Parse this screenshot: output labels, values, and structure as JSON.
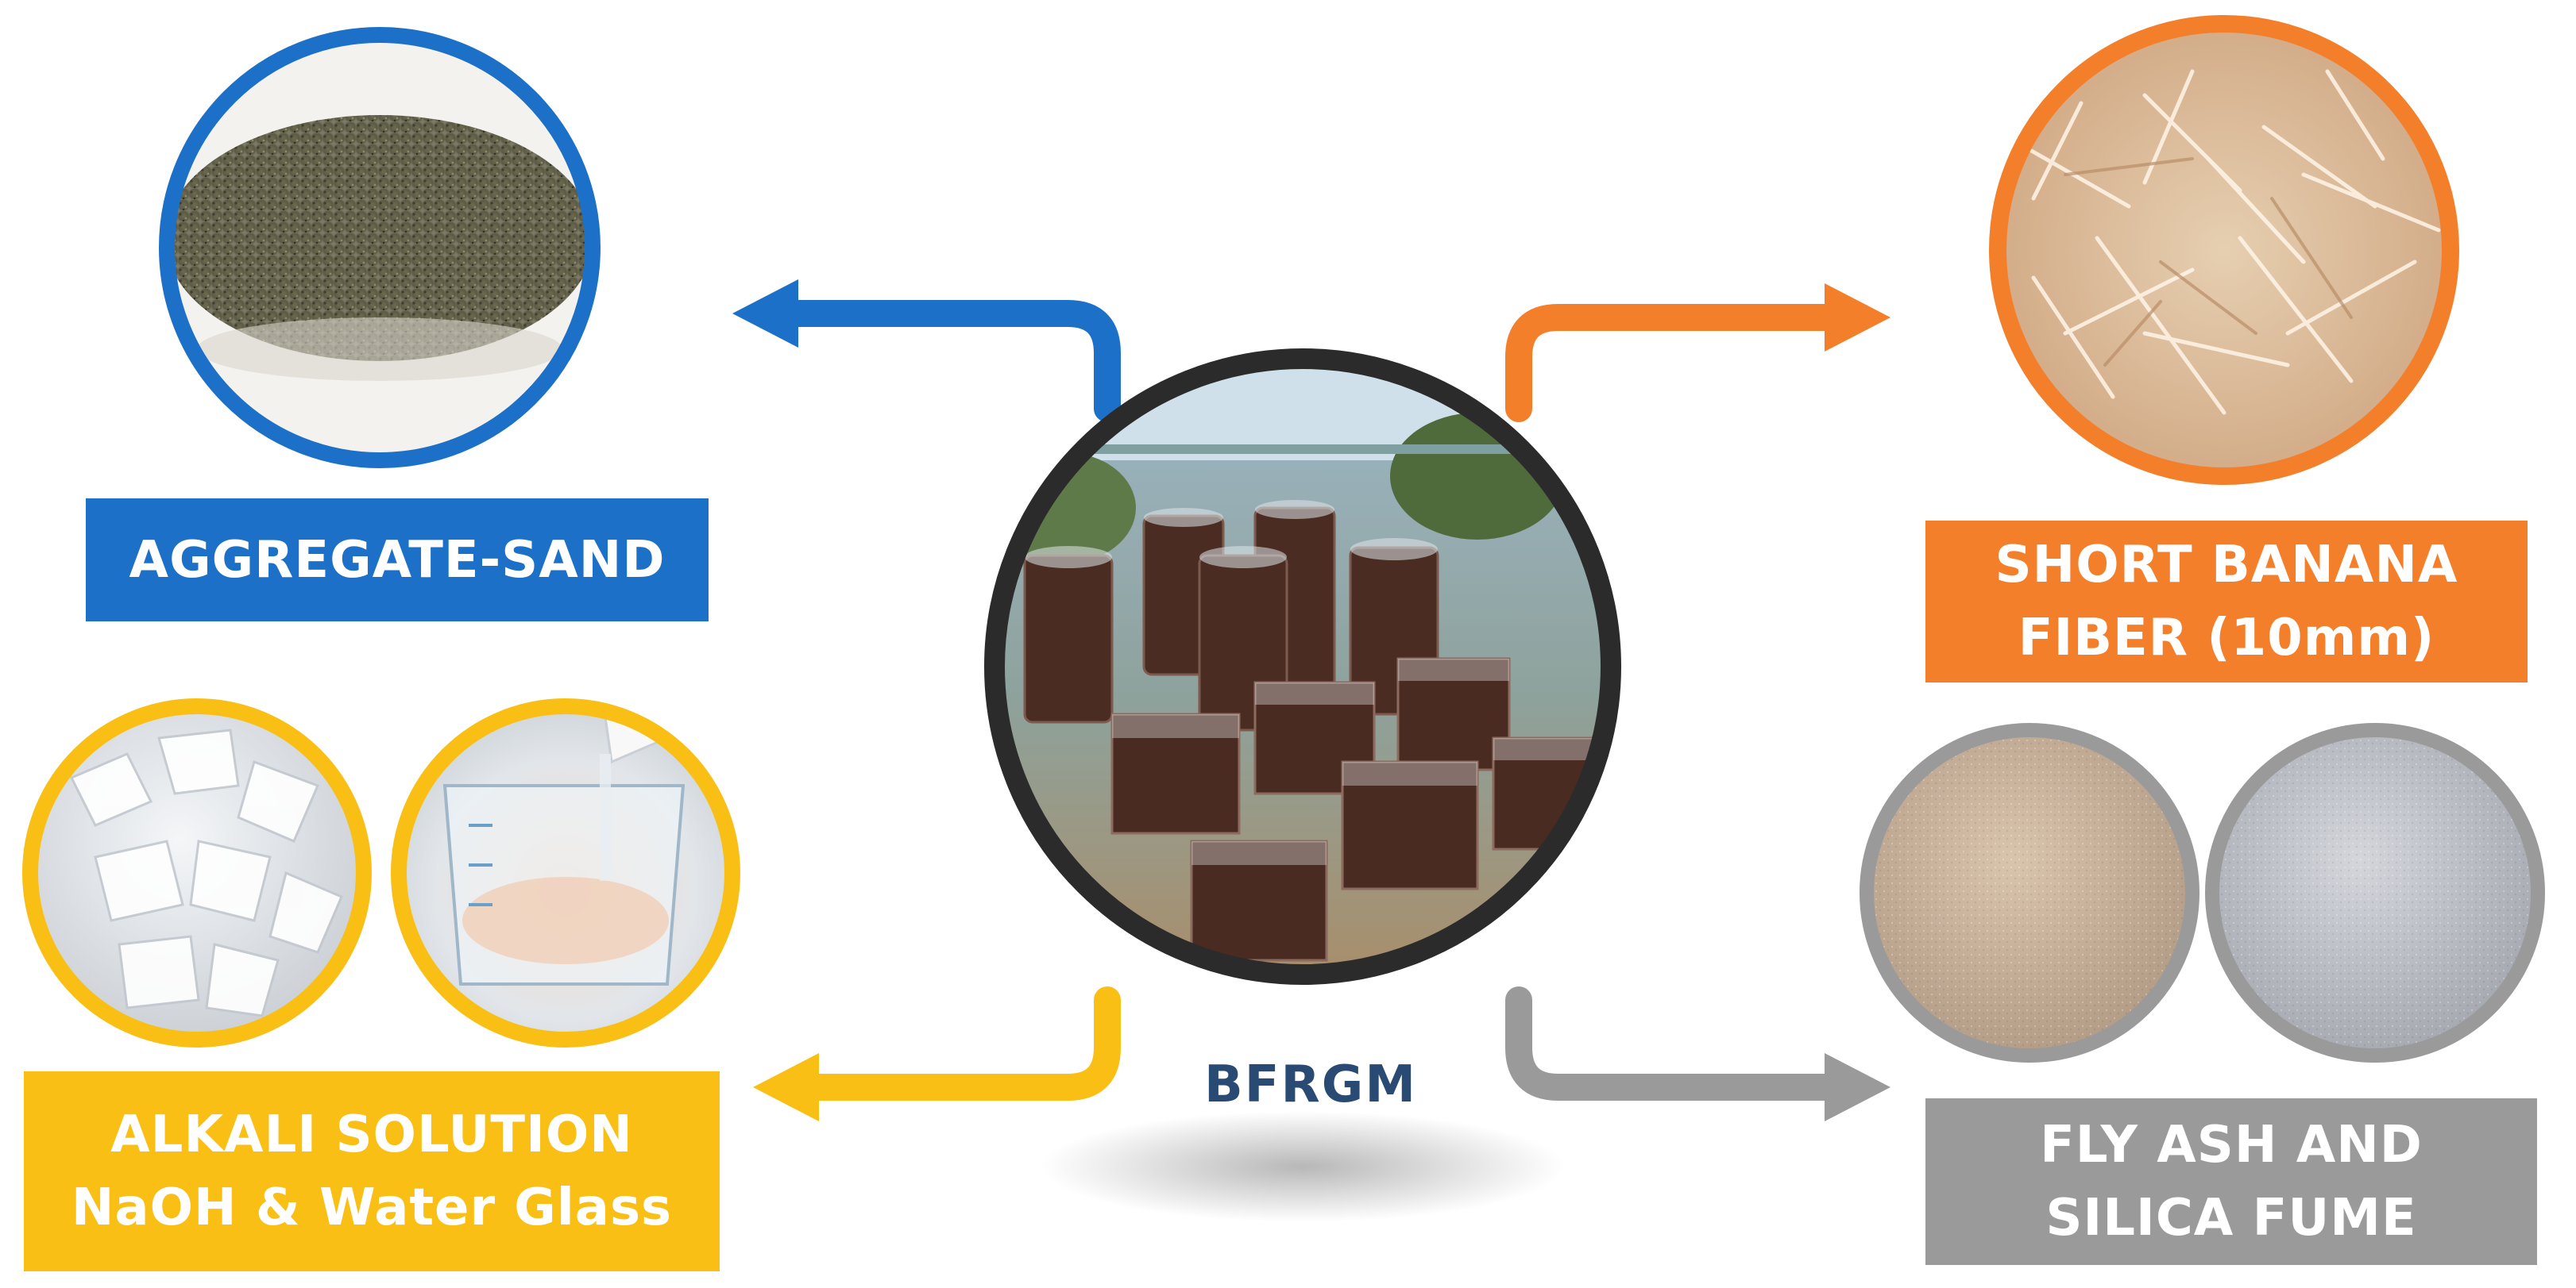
{
  "center": {
    "label": "BFRGM"
  },
  "inputs": [
    {
      "id": "sand",
      "label_lines": [
        "AGGREGATE-SAND"
      ],
      "color": "#1c70c8"
    },
    {
      "id": "fiber",
      "label_lines": [
        "SHORT BANANA",
        "FIBER (10mm)"
      ],
      "color": "#f47f2b"
    },
    {
      "id": "alkali",
      "label_lines": [
        "ALKALI SOLUTION",
        "NaOH & Water Glass"
      ],
      "color": "#f9bf14"
    },
    {
      "id": "flyash",
      "label_lines": [
        "FLY ASH AND",
        "SILICA FUME"
      ],
      "color": "#9a9a9a"
    }
  ],
  "colors": {
    "dark_ring": "#2b2b2b",
    "center_text": "#294a72"
  }
}
